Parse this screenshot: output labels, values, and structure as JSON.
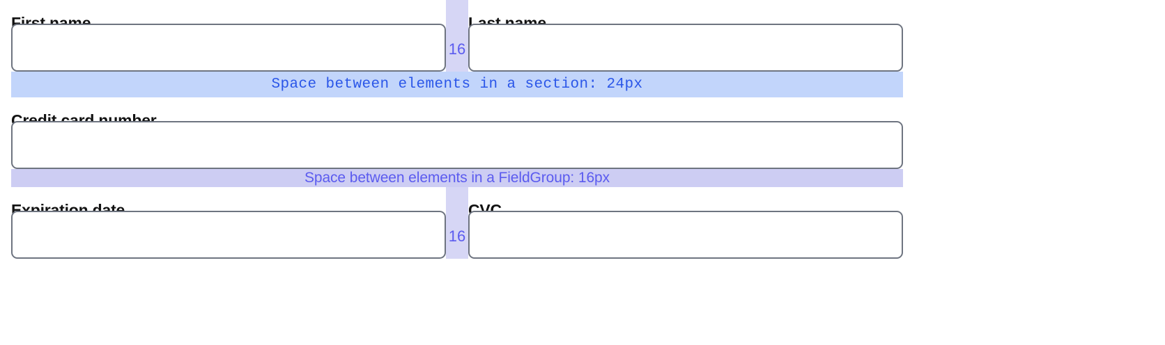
{
  "form": {
    "rows": [
      {
        "kind": "pair",
        "left": {
          "label": "First name",
          "value": "",
          "placeholder": ""
        },
        "gutter": {
          "label": "16"
        },
        "right": {
          "label": "Last name",
          "value": "",
          "placeholder": ""
        }
      },
      {
        "kind": "single",
        "field": {
          "label": "Credit card number",
          "value": "",
          "placeholder": ""
        }
      },
      {
        "kind": "pair",
        "left": {
          "label": "Expiration date",
          "value": "",
          "placeholder": ""
        },
        "gutter": {
          "label": "16"
        },
        "right": {
          "label": "CVC",
          "value": "",
          "placeholder": ""
        }
      }
    ]
  },
  "annotations": {
    "section_spacing": {
      "text": "Space between elements in a section: 24px",
      "value": "24px",
      "background": "#c2d5fb",
      "color": "#2a56e8"
    },
    "fieldgroup_spacing": {
      "text": "Space between elements in a FieldGroup: 16px",
      "value": "16px",
      "background": "#cdcdf3",
      "color": "#5b5bef"
    },
    "gutter": {
      "label": "16",
      "background": "#d6d6f5",
      "color": "#5b5bef"
    }
  },
  "theme": {
    "page_background": "#ffffff",
    "input_border": "#6e7480",
    "label_color": "#121212"
  }
}
